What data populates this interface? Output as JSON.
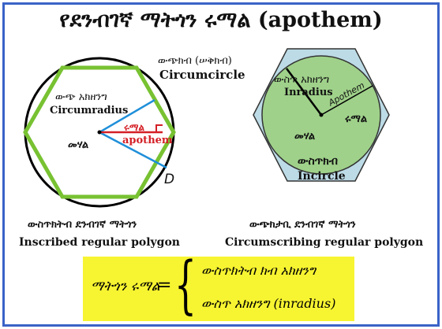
{
  "title": "የደንብገኛ ማትጎን ሩማል (apothem)",
  "left": {
    "circumcircle_am": "ውጭክብ (ሠቅክብ)",
    "circumcircle_en": "Circumcircle",
    "circumradius_am": "ውጭ አክዘንግ",
    "circumradius_en": "Circumradius",
    "apothem_am": "ሩማል",
    "apothem_en": "apothem",
    "center": "መሃል",
    "vertex": "D",
    "caption_am": "ውስጥክትብ ደንብገኛ ማትጎን",
    "caption_en": "Inscribed regular polygon"
  },
  "right": {
    "inradius_am": "ውስጥ አክዘንግ",
    "inradius_en": "Inradius",
    "apothem_en": "Apothem",
    "apothem_am": "ሩማል",
    "center": "መሃል",
    "incircle_am": "ውስጥክብ",
    "incircle_en": "Incircle",
    "caption_am": "ውጭክታቢ ደንብገኛ ማትጎን",
    "caption_en": "Circumscribing regular polygon"
  },
  "formula": {
    "lhs": "ማትጎን ሩማል",
    "eq": "=",
    "brace": "{",
    "top": "ውስጥክትብ ክብ አክዘንግ",
    "bottom": "ውስጥ አክዘንግ (inradius)"
  },
  "colors": {
    "border": "#3a63c8",
    "hexagon_green": "#78c232",
    "radius_blue": "#1f8fd9",
    "apothem_red": "#d41f26",
    "incircle_fill": "#9fd18a",
    "hex_fill": "#bcdbe6",
    "formula_bg": "#f7f431"
  }
}
